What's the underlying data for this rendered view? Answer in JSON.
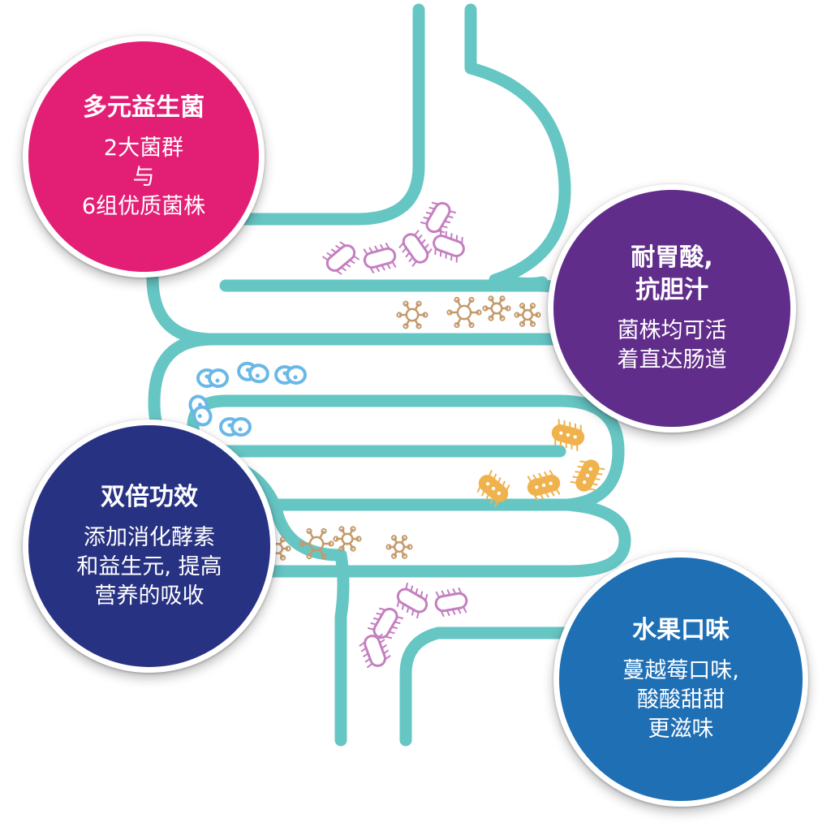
{
  "colors": {
    "tract": "#66c6c4",
    "bacteria_pink": "#c47fc0",
    "bacteria_brown": "#c49a6c",
    "bacteria_blue": "#6ab8e6",
    "bacteria_yellow": "#f0b24c"
  },
  "badges": {
    "probiotics": {
      "color": "#e31f75",
      "title": "多元益生菌",
      "lines": [
        "2大菌群",
        "与",
        "6组优质菌株"
      ]
    },
    "acid": {
      "color": "#612d8b",
      "title_lines": [
        "耐胃酸,",
        "抗胆汁"
      ],
      "lines": [
        "菌株均可活",
        "着直达肠道"
      ]
    },
    "double": {
      "color": "#283283",
      "title": "双倍功效",
      "lines": [
        "添加消化酵素",
        "和益生元, 提高",
        "营养的吸收"
      ]
    },
    "flavor": {
      "color": "#1f6fb5",
      "title": "水果口味",
      "lines": [
        "蔓越莓口味,",
        "酸酸甜甜",
        "更滋味"
      ]
    }
  }
}
